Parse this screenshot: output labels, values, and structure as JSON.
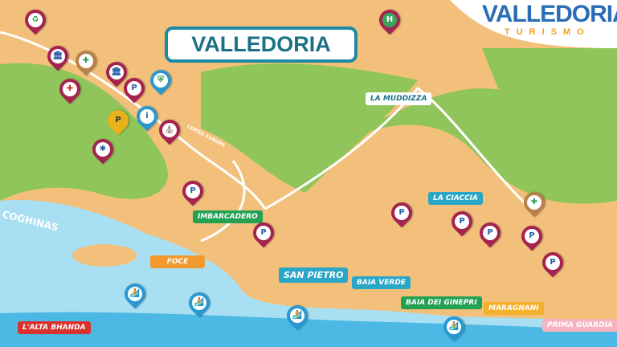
{
  "title": "VALLEDORIA",
  "logo": {
    "name": "VALLEDORIA",
    "subtitle": "TURISMO"
  },
  "road": "CORSO EUROPA",
  "river": "COGHINAS",
  "places": {
    "la_muddizza": "LA MUDDIZZA",
    "la_ciaccia": "LA CIACCIA",
    "imbarcadero": "IMBARCADERO",
    "foce": "FOCE",
    "san_pietro": "SAN PIETRO",
    "baia_verde": "BAIA VERDE",
    "baia_dei_ginepri": "BAIA DEI GINEPRI",
    "maragnani": "MARAGNANI",
    "prima_guardia": "PRIMA GUARDIA",
    "alta_bhanda": "L'ALTA BHANDA"
  },
  "icons": {
    "parking": "P",
    "helipad": "H",
    "recycle": "♻",
    "museum": "🏛",
    "first_aid": "✚",
    "hospital": "✚",
    "info": "i",
    "medical": "✱",
    "crest": "⛨",
    "church": "⛪",
    "surf": "🏄"
  },
  "colors": {
    "pin": "#a4234f",
    "teal": "#1b8aa6",
    "green": "#23a152",
    "sand": "#f2c07a",
    "sea": "#5cc3ea"
  }
}
